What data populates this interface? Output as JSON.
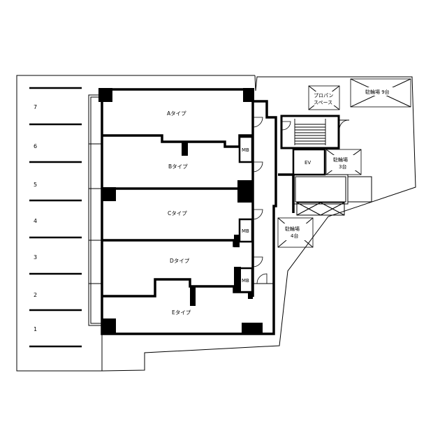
{
  "units": [
    {
      "id": "a",
      "label": "Aタイプ"
    },
    {
      "id": "b",
      "label": "Bタイプ"
    },
    {
      "id": "c",
      "label": "Cタイプ"
    },
    {
      "id": "d",
      "label": "Dタイプ"
    },
    {
      "id": "e",
      "label": "Eタイプ"
    }
  ],
  "meter_boxes": [
    "MB",
    "MB",
    "MB"
  ],
  "parking_numbers": [
    "7",
    "6",
    "5",
    "4",
    "3",
    "2",
    "1"
  ],
  "facilities": {
    "ev": "EV",
    "propane_line1": "プロパン",
    "propane_line2": "スペース",
    "bike9": "駐輪場 9台",
    "bike3_line1": "駐輪場",
    "bike3_line2": "3台",
    "bike4_line1": "駐輪場",
    "bike4_line2": "4台"
  }
}
